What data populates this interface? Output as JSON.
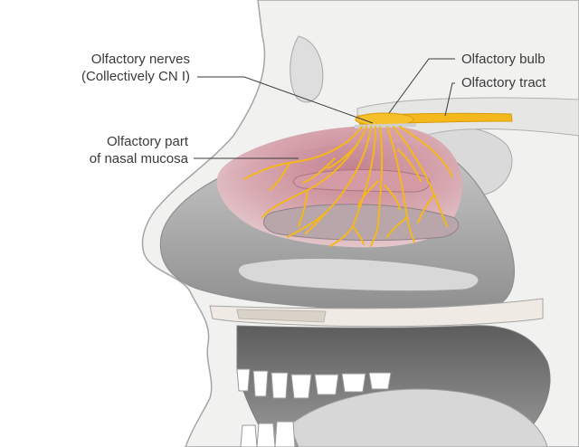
{
  "labels": {
    "olfactory_nerves_line1": "Olfactory nerves",
    "olfactory_nerves_line2": "(Collectively CN I)",
    "olfactory_mucosa_line1": "Olfactory part",
    "olfactory_mucosa_line2": "of nasal mucosa",
    "olfactory_bulb": "Olfactory bulb",
    "olfactory_tract": "Olfactory tract"
  },
  "colors": {
    "nerve_yellow": "#f4b81c",
    "mucosa_pink": "#c98a97",
    "airway_gray": "#b9b9b9",
    "bone_light": "#ececea",
    "outline": "#9a9a9a",
    "label_text": "#3a3a3a"
  }
}
